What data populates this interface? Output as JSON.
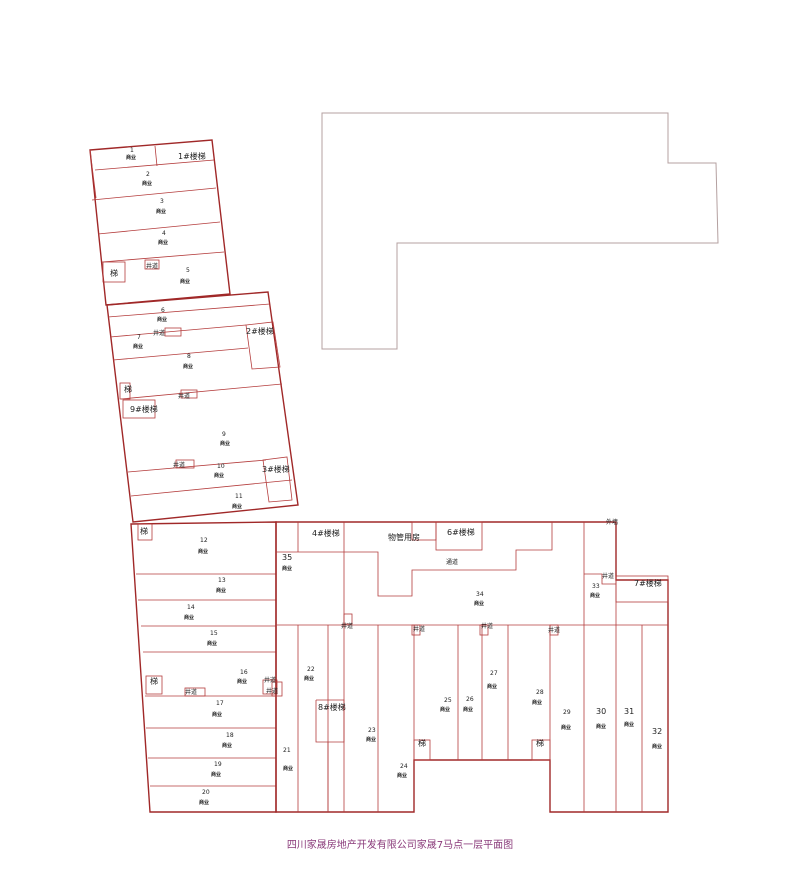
{
  "title": "四川家晟房地产开发有限公司家晟7马点一层平面图",
  "labels": {
    "shop": "商业",
    "stair1": "1#楼梯",
    "stair2": "2#楼梯",
    "stair3": "3#楼梯",
    "stair4": "4#楼梯",
    "stair6": "6#楼梯",
    "stair7": "7#楼梯",
    "stair8": "8#楼梯",
    "stair9": "9#楼梯",
    "stair": "梯",
    "shaft": "井道",
    "corridor": "通道",
    "mgmt": "物管用房",
    "outside": "外墙"
  },
  "units": [
    "1",
    "2",
    "3",
    "4",
    "5",
    "6",
    "7",
    "8",
    "9",
    "10",
    "11",
    "12",
    "13",
    "14",
    "15",
    "16",
    "17",
    "18",
    "19",
    "20",
    "21",
    "22",
    "23",
    "24",
    "25",
    "26",
    "27",
    "28",
    "29",
    "30",
    "31",
    "32",
    "33",
    "34",
    "35"
  ]
}
